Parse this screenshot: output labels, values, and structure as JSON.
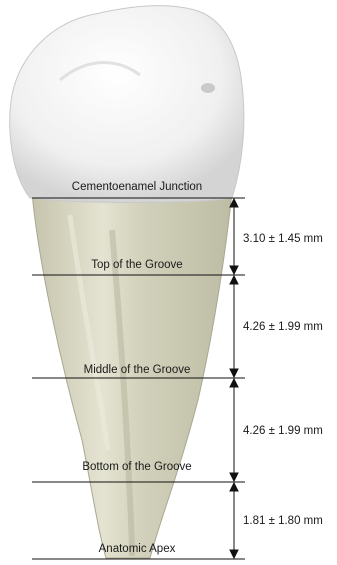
{
  "diagram": {
    "levels": [
      {
        "id": "cej",
        "label": "Cementoenamel Junction"
      },
      {
        "id": "top",
        "label": "Top of the Groove"
      },
      {
        "id": "middle",
        "label": "Middle of the Groove"
      },
      {
        "id": "bottom",
        "label": "Bottom of the Groove"
      },
      {
        "id": "apex",
        "label": "Anatomic Apex"
      }
    ],
    "measurements": [
      {
        "label": "3.10 ± 1.45 mm"
      },
      {
        "label": "4.26 ± 1.99 mm"
      },
      {
        "label": "4.26 ± 1.99 mm"
      },
      {
        "label": "1.81 ± 1.80 mm"
      }
    ],
    "colors": {
      "crown": "#f2f2f2",
      "root": "#d9d8c4",
      "lines": "#111111"
    }
  }
}
